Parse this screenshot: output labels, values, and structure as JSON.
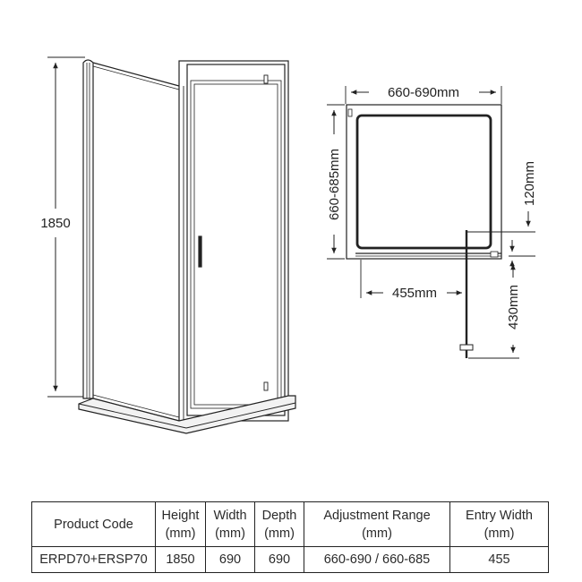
{
  "colors": {
    "line": "#222222",
    "frame_fill": "#ffffff",
    "tray_fill": "#f2f2f2"
  },
  "elevation": {
    "height_label": "1850"
  },
  "plan": {
    "width_label": "660-690mm",
    "depth_label": "660-685mm",
    "offset_label": "120mm",
    "entry_label": "455mm",
    "swing_label": "430mm"
  },
  "table": {
    "headers": [
      {
        "line1": "Product Code",
        "line2": ""
      },
      {
        "line1": "Height",
        "line2": "(mm)"
      },
      {
        "line1": "Width",
        "line2": "(mm)"
      },
      {
        "line1": "Depth",
        "line2": "(mm)"
      },
      {
        "line1": "Adjustment Range",
        "line2": "(mm)"
      },
      {
        "line1": "Entry Width",
        "line2": "(mm)"
      }
    ],
    "rows": [
      [
        "ERPD70+ERSP70",
        "1850",
        "690",
        "690",
        "660-690 / 660-685",
        "455"
      ]
    ]
  }
}
